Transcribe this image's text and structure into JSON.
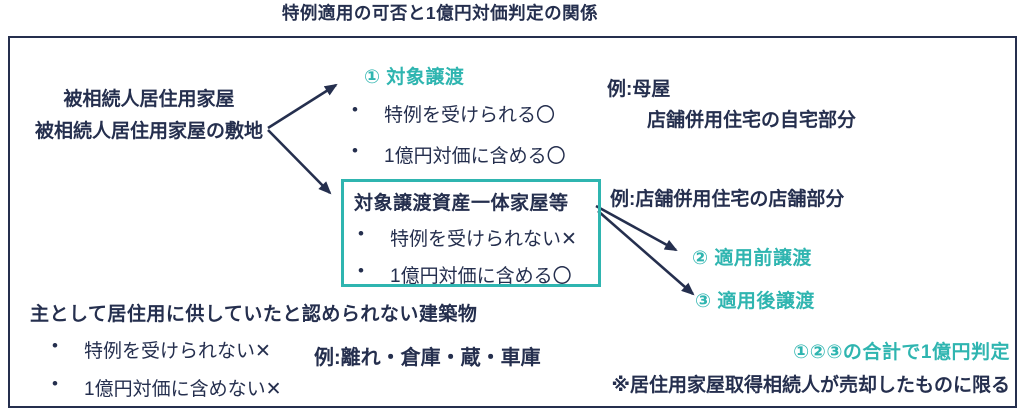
{
  "title": "特例適用の可否と1億円対価判定の関係",
  "colors": {
    "navy": "#252f4e",
    "teal": "#2fb5b0",
    "background": "#ffffff"
  },
  "source_group": {
    "line1": "被相続人居住用家屋",
    "line2": "被相続人居住用家屋の敷地"
  },
  "target_transfer": {
    "heading": "① 対象譲渡",
    "bullets": [
      "特例を受けられる〇",
      "1億円対価に含める〇"
    ],
    "example_line1": "例:母屋",
    "example_line2": "店舗併用住宅の自宅部分"
  },
  "integrated_box": {
    "heading": "対象譲渡資産一体家屋等",
    "bullets": [
      "特例を受けられない✕",
      "1億円対価に含める〇"
    ],
    "example": "例:店舗併用住宅の店舗部分"
  },
  "pre_application": {
    "label": "② 適用前譲渡"
  },
  "post_application": {
    "label": "③ 適用後譲渡"
  },
  "non_residential": {
    "heading": "主として居住用に供していたと認められない建築物",
    "bullets": [
      "特例を受けられない✕",
      "1億円対価に含めない✕"
    ],
    "example": "例:離れ・倉庫・蔵・車庫"
  },
  "summary": {
    "judgement": "①②③の合計で1億円判定",
    "note": "※居住用家屋取得相続人が売却したものに限る"
  }
}
